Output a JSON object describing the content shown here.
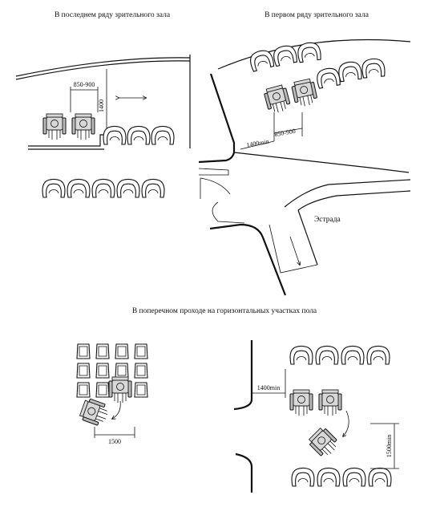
{
  "captions": {
    "top_left": "В последнем ряду зрительного зала",
    "top_right": "В первом ряду зрительного зала",
    "bottom": "В поперечном проходе на горизонтальных участках пола"
  },
  "dimensions": {
    "seat_width": "850-900",
    "height_back": "1400",
    "aisle_min": "1400min",
    "seat_width_right": "850-900",
    "grid_turn": "1500",
    "cross_aisle": "1400min",
    "turn_radius": "1500min"
  },
  "labels": {
    "stage": "Эстрада"
  }
}
